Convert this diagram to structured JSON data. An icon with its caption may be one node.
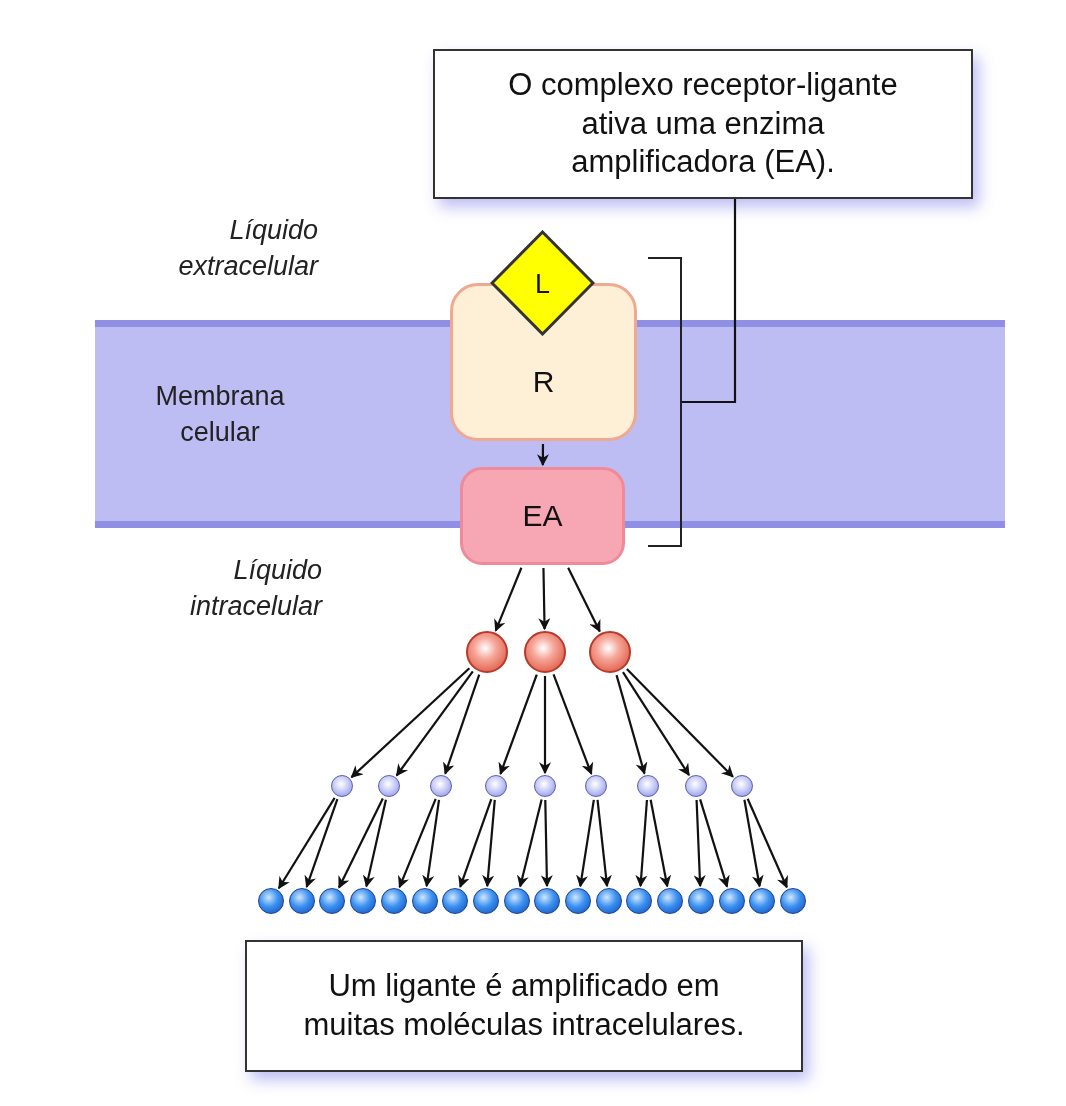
{
  "diagram": {
    "nodes": [
      {
        "text": [
          "O complexo receptor-ligante ativa uma enzima amplificadora (EA)."
        ]
      },
      {
        "text": [
          "L"
        ]
      },
      {
        "text": [
          "R"
        ]
      },
      {
        "text": [
          "EA"
        ]
      },
      {
        "text": [],
        "shape": "circle"
      },
      {
        "text": [],
        "shape": "circle"
      },
      {
        "text": [],
        "shape": "circle"
      },
      {
        "text": [],
        "shape": "circle"
      },
      {
        "text": [],
        "shape": "circle"
      },
      {
        "text": [],
        "shape": "circle"
      },
      {
        "text": [],
        "shape": "circle"
      },
      {
        "text": [],
        "shape": "circle"
      },
      {
        "text": [],
        "shape": "circle"
      },
      {
        "text": [],
        "shape": "circle"
      },
      {
        "text": [],
        "shape": "circle"
      },
      {
        "text": [],
        "shape": "circle"
      },
      {
        "text": [],
        "shape": "circle"
      },
      {
        "text": [],
        "shape": "circle"
      },
      {
        "text": [],
        "shape": "circle"
      },
      {
        "text": [],
        "shape": "circle"
      },
      {
        "text": [],
        "shape": "circle"
      },
      {
        "text": [],
        "shape": "circle"
      },
      {
        "text": [],
        "shape": "circle"
      },
      {
        "text": [],
        "shape": "circle"
      },
      {
        "text": [],
        "shape": "circle"
      },
      {
        "text": [],
        "shape": "circle"
      },
      {
        "text": [],
        "shape": "circle"
      },
      {
        "text": [],
        "shape": "circle"
      },
      {
        "text": [],
        "shape": "circle"
      },
      {
        "text": [],
        "shape": "circle"
      },
      {
        "text": [],
        "shape": "circle"
      },
      {
        "text": [],
        "shape": "circle"
      },
      {
        "text": [],
        "shape": "circle"
      },
      {
        "text": [],
        "shape": "circle"
      },
      {
        "text": [
          "Um ligante é amplificado em muitas moléculas intracelulares."
        ]
      },
      {
        "text": [],
        "shape": "bracket"
      }
    ],
    "edges": [
      {
        "from": 0,
        "to": 35,
        "arrow": "none"
      },
      {
        "from": 2,
        "to": 3,
        "arrow": "to"
      },
      {
        "from": 3,
        "to": 4,
        "arrow": "to"
      },
      {
        "from": 3,
        "to": 5,
        "arrow": "to"
      },
      {
        "from": 3,
        "to": 6,
        "arrow": "to"
      },
      {
        "from": 4,
        "to": 7,
        "arrow": "to"
      },
      {
        "from": 4,
        "to": 8,
        "arrow": "to"
      },
      {
        "from": 4,
        "to": 9,
        "arrow": "to"
      },
      {
        "from": 5,
        "to": 10,
        "arrow": "to"
      },
      {
        "from": 5,
        "to": 11,
        "arrow": "to"
      },
      {
        "from": 5,
        "to": 12,
        "arrow": "to"
      },
      {
        "from": 6,
        "to": 13,
        "arrow": "to"
      },
      {
        "from": 6,
        "to": 14,
        "arrow": "to"
      },
      {
        "from": 6,
        "to": 15,
        "arrow": "to"
      },
      {
        "from": 7,
        "to": 16,
        "arrow": "to"
      },
      {
        "from": 7,
        "to": 17,
        "arrow": "to"
      },
      {
        "from": 8,
        "to": 18,
        "arrow": "to"
      },
      {
        "from": 8,
        "to": 19,
        "arrow": "to"
      },
      {
        "from": 9,
        "to": 20,
        "arrow": "to"
      },
      {
        "from": 9,
        "to": 21,
        "arrow": "to"
      },
      {
        "from": 10,
        "to": 22,
        "arrow": "to"
      },
      {
        "from": 10,
        "to": 23,
        "arrow": "to"
      },
      {
        "from": 11,
        "to": 24,
        "arrow": "to"
      },
      {
        "from": 11,
        "to": 25,
        "arrow": "to"
      },
      {
        "from": 12,
        "to": 26,
        "arrow": "to"
      },
      {
        "from": 12,
        "to": 27,
        "arrow": "to"
      },
      {
        "from": 13,
        "to": 28,
        "arrow": "to"
      },
      {
        "from": 13,
        "to": 29,
        "arrow": "to"
      },
      {
        "from": 14,
        "to": 30,
        "arrow": "to"
      },
      {
        "from": 14,
        "to": 31,
        "arrow": "to"
      },
      {
        "from": 15,
        "to": 32,
        "arrow": "to"
      },
      {
        "from": 15,
        "to": 33,
        "arrow": "to"
      }
    ],
    "labels": [
      "Líquido extracelular",
      "Membrana celular",
      "Líquido intracelular"
    ]
  }
}
